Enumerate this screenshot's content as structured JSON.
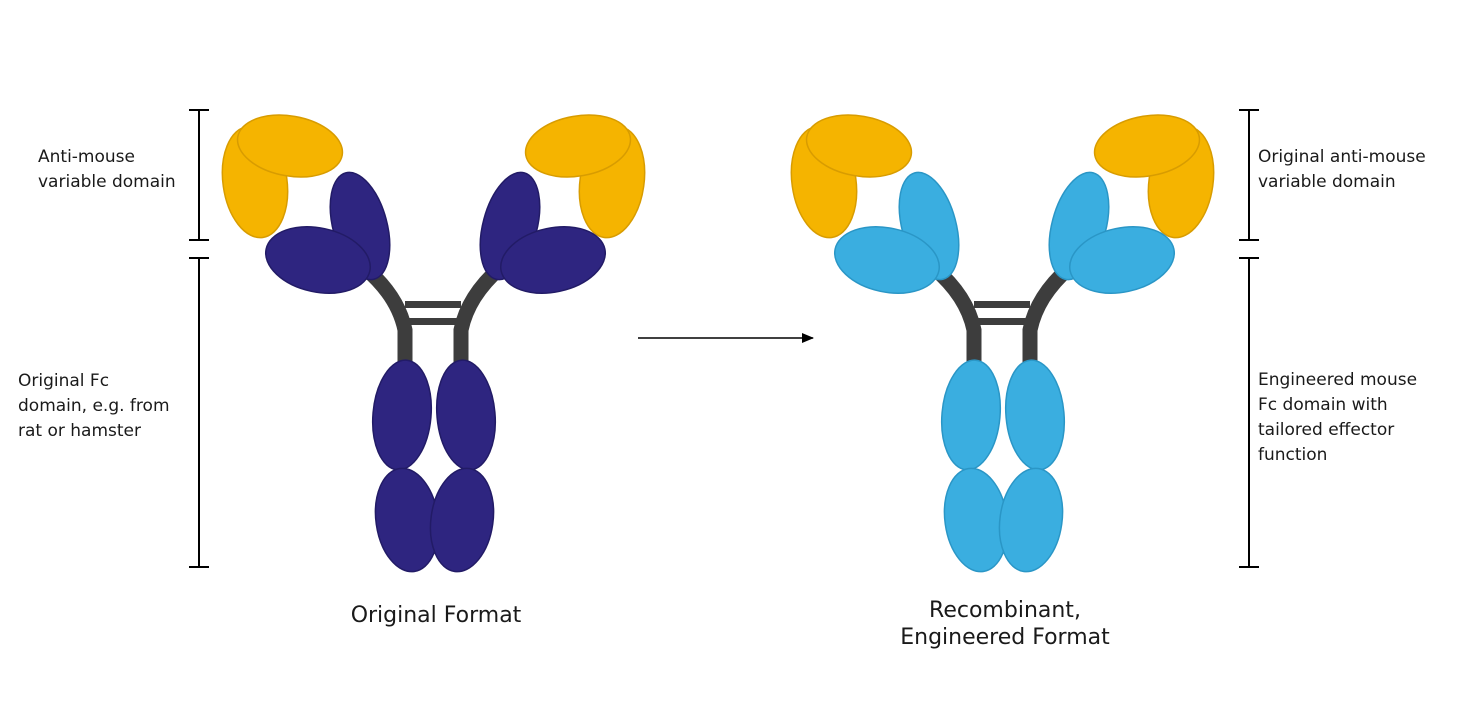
{
  "colors": {
    "variable_domain": "#f5b400",
    "variable_domain_edge": "#d89c00",
    "original_fc": "#2e2580",
    "original_fc_edge": "#221b66",
    "engineered_fc": "#3aaee0",
    "engineered_fc_edge": "#2a96c6",
    "hinge": "#3d3d3d",
    "bracket": "#000000"
  },
  "left_labels": {
    "variable": [
      "Anti-mouse",
      "variable domain"
    ],
    "fc": [
      "Original Fc",
      "domain, e.g. from",
      "rat or hamster"
    ]
  },
  "right_labels": {
    "variable": [
      "Original anti-mouse",
      "variable domain"
    ],
    "fc": [
      "Engineered mouse",
      "Fc domain with",
      "tailored effector",
      "function"
    ]
  },
  "formats": {
    "original": "Original Format",
    "engineered_line1": "Recombinant,",
    "engineered_line2": "Engineered Format"
  }
}
